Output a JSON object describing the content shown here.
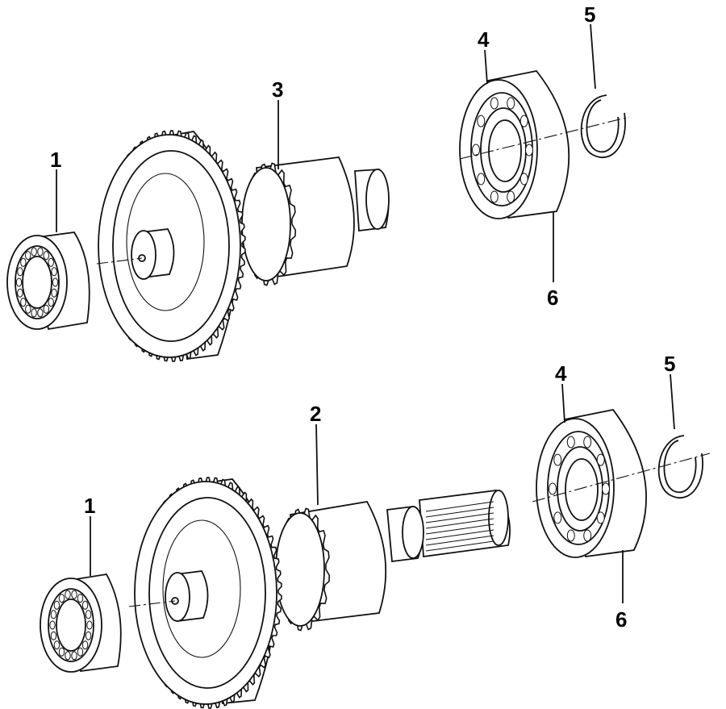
{
  "labels": {
    "upper_bearing_left": "1",
    "upper_shaft": "3",
    "upper_bearing_right": "4",
    "upper_circlip": "5",
    "upper_snap_ring": "6",
    "lower_bearing_left": "1",
    "lower_shaft": "2",
    "lower_bearing_right": "4",
    "lower_circlip": "5",
    "lower_snap_ring": "6"
  },
  "colors": {
    "ink": "#111111",
    "paper": "#ffffff"
  }
}
